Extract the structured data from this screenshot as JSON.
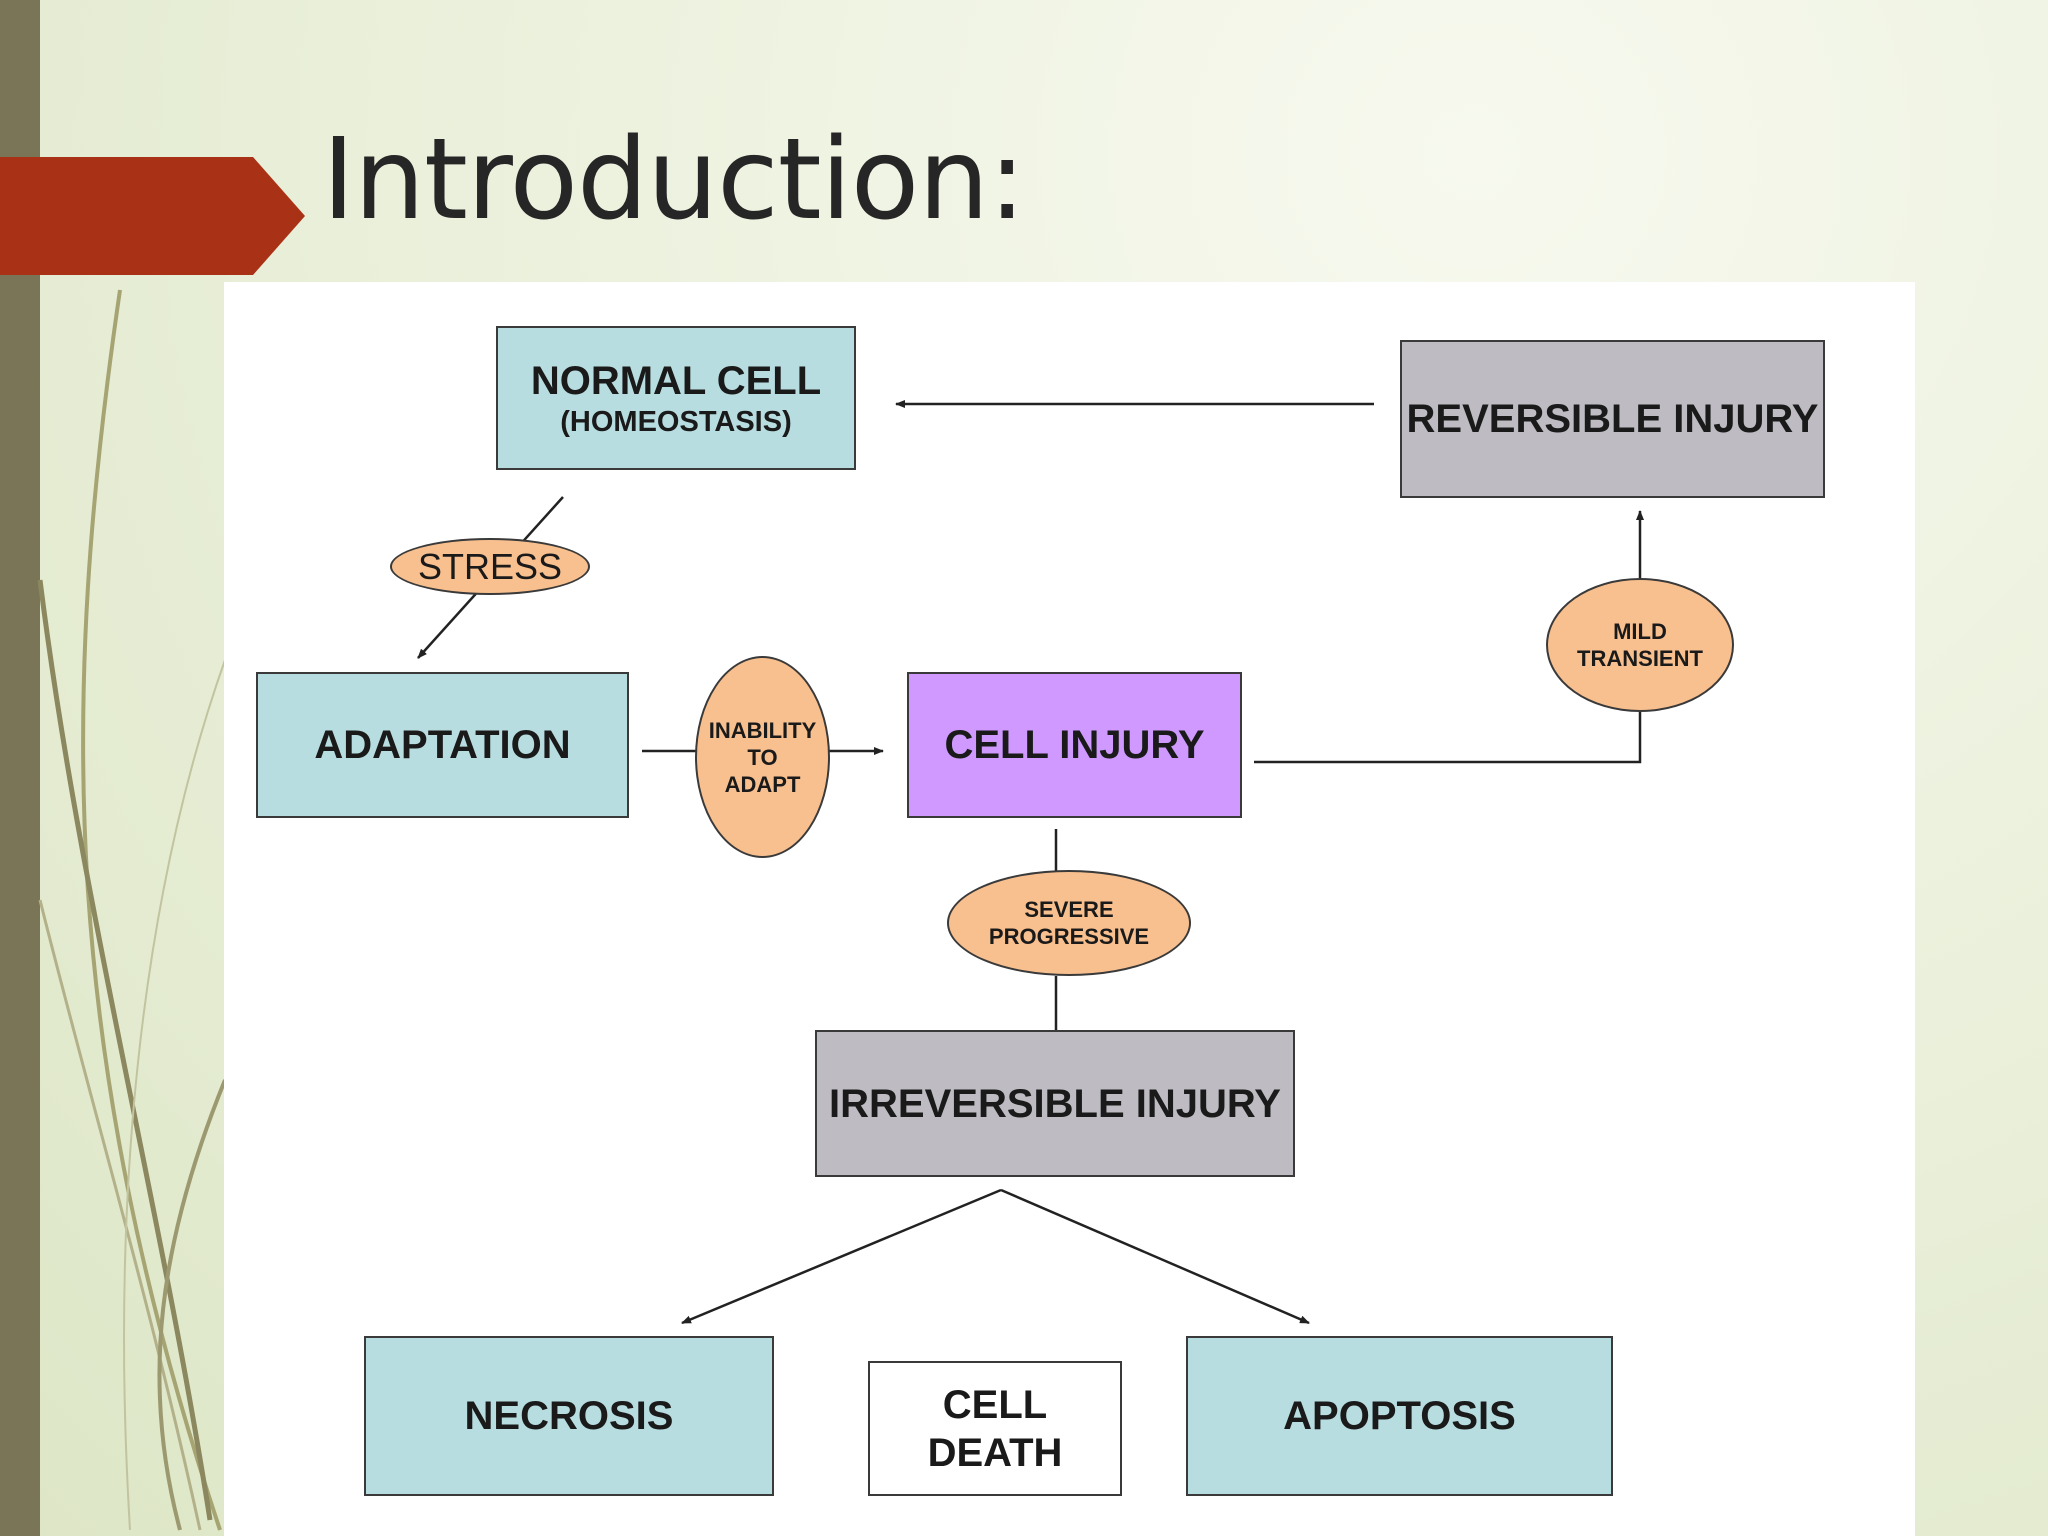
{
  "slide": {
    "title": "Introduction:"
  },
  "diagram": {
    "boxes": {
      "normal_cell": {
        "title": "NORMAL CELL",
        "subtitle": "(HOMEOSTASIS)"
      },
      "reversible_injury": {
        "title": "REVERSIBLE INJURY"
      },
      "adaptation": {
        "title": "ADAPTATION"
      },
      "cell_injury": {
        "title": "CELL INJURY"
      },
      "irreversible_injury": {
        "title": "IRREVERSIBLE INJURY"
      },
      "necrosis": {
        "title": "NECROSIS"
      },
      "cell_death": {
        "line1": "CELL",
        "line2": "DEATH"
      },
      "apoptosis": {
        "title": "APOPTOSIS"
      }
    },
    "ovals": {
      "stress": "STRESS",
      "inability_to_adapt": "INABILITY\nTO\nADAPT",
      "mild_transient": "MILD\nTRANSIENT",
      "severe_progressive": "SEVERE\nPROGRESSIVE"
    },
    "edges": [
      {
        "from": "reversible_injury",
        "to": "normal_cell"
      },
      {
        "from": "normal_cell",
        "to": "adaptation",
        "label": "stress"
      },
      {
        "from": "adaptation",
        "to": "cell_injury",
        "label": "inability_to_adapt"
      },
      {
        "from": "cell_injury",
        "to": "reversible_injury",
        "label": "mild_transient"
      },
      {
        "from": "cell_injury",
        "to": "irreversible_injury",
        "label": "severe_progressive"
      },
      {
        "from": "irreversible_injury",
        "to": "necrosis"
      },
      {
        "from": "irreversible_injury",
        "to": "apoptosis"
      }
    ],
    "colors": {
      "normal_box": "#b8dde1",
      "injury_box": "#bebcc2",
      "cell_injury_box": "#cf99ff",
      "oval": "#f9c08f",
      "accent_arrow": "#a93216"
    }
  }
}
